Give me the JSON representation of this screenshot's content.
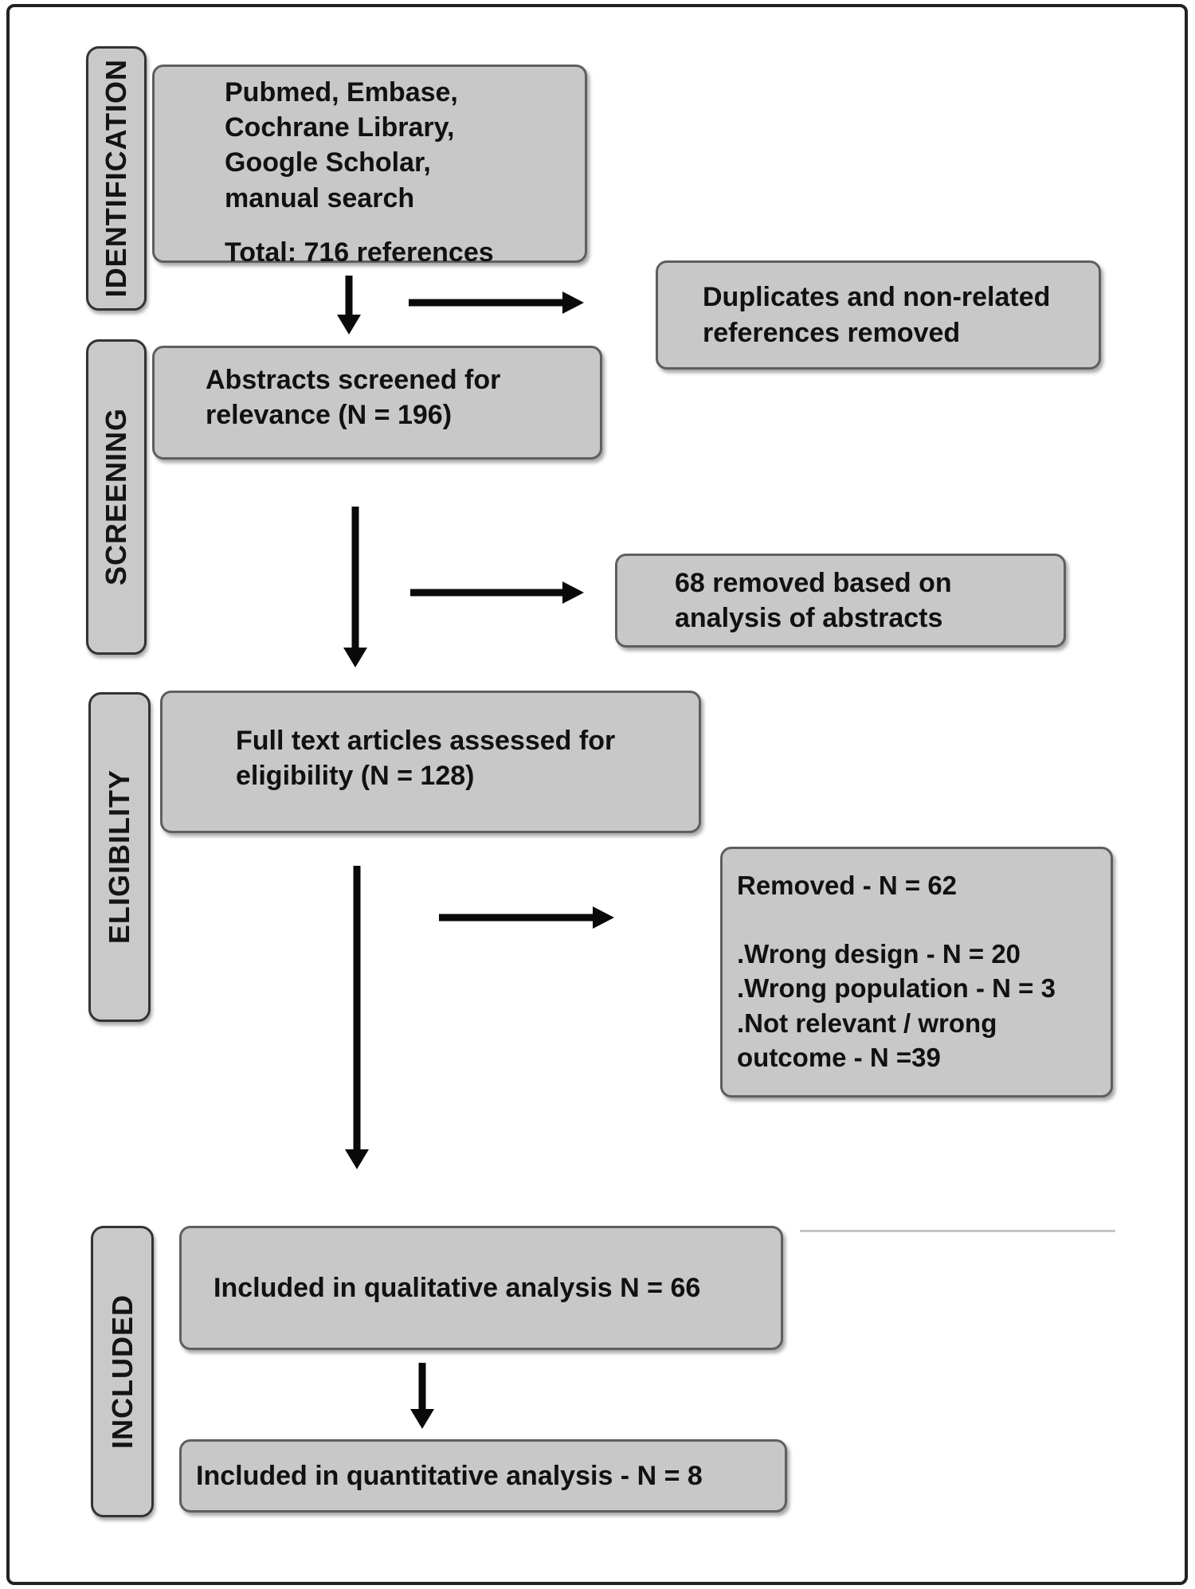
{
  "figure": {
    "type": "prisma-flow-diagram",
    "stages": {
      "identification": "IDENTIFICATION",
      "screening": "SCREENING",
      "eligibility": "ELIGIBILITY",
      "included": "INCLUDED"
    },
    "boxes": {
      "sources": {
        "lines": [
          "Pubmed, Embase,",
          "Cochrane Library,",
          "Google Scholar,",
          "manual search"
        ],
        "total": "Total: 716 references"
      },
      "duplicates": {
        "lines": [
          "Duplicates and non-related",
          "references removed"
        ]
      },
      "abstracts": {
        "lines": [
          "Abstracts screened for",
          "relevance (N = 196)"
        ]
      },
      "removed_abstracts": {
        "lines": [
          "68 removed based on",
          "analysis of abstracts"
        ]
      },
      "fulltext": {
        "lines": [
          "Full text articles assessed for",
          "eligibility (N = 128)"
        ]
      },
      "removed_fulltext": {
        "title": "Removed - N = 62",
        "reasons": [
          ".Wrong design - N = 20",
          ".Wrong population - N = 3",
          ".Not relevant / wrong outcome - N =39"
        ]
      },
      "qualitative": {
        "text": "Included in qualitative analysis N = 66"
      },
      "quantitative": {
        "text": "Included in quantitative analysis - N = 8"
      }
    },
    "counts": {
      "total_references": 716,
      "abstracts_screened": 196,
      "removed_on_abstracts": 68,
      "fulltext_assessed": 128,
      "fulltext_removed": 62,
      "wrong_design": 20,
      "wrong_population": 3,
      "not_relevant_wrong_outcome": 39,
      "qualitative_included": 66,
      "quantitative_included": 8
    },
    "colors": {
      "box_fill": "#c8c8c8",
      "box_border": "#5f5f5f",
      "pill_border": "#333333",
      "text": "#111111",
      "arrow": "#0a0a0a",
      "frame": "#222222",
      "faint_divider": "#c6c6c6"
    }
  }
}
